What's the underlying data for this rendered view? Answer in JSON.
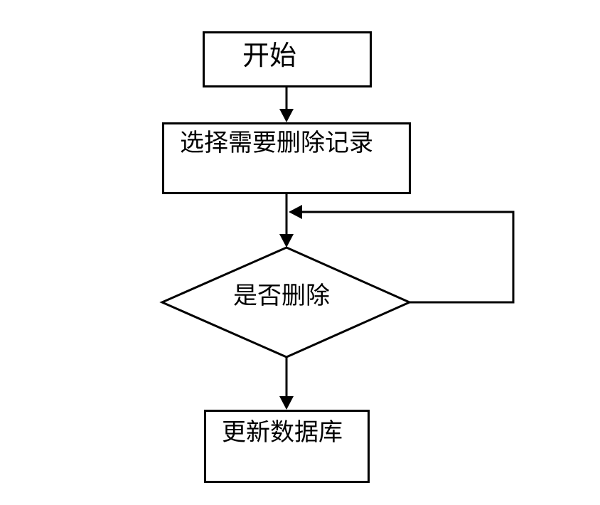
{
  "page": {
    "background_color": "#ffffff",
    "stroke_color": "#000000",
    "text_color": "#000000"
  },
  "flowchart": {
    "type": "flowchart",
    "nodes": [
      {
        "id": "start",
        "shape": "rectangle",
        "label": "开始"
      },
      {
        "id": "select-delete-records",
        "shape": "rectangle",
        "label": "选择需要删除记录"
      },
      {
        "id": "confirm-delete",
        "shape": "diamond",
        "label": "是否删除"
      },
      {
        "id": "update-database",
        "shape": "rectangle",
        "label": "更新数据库"
      }
    ],
    "edges": [
      {
        "from": "start",
        "to": "select-delete-records",
        "style": "straight-arrow-down"
      },
      {
        "from": "select-delete-records",
        "to": "confirm-delete",
        "style": "straight-arrow-down"
      },
      {
        "from": "confirm-delete",
        "to": "confirm-delete",
        "style": "loop-right-side-back-into-incoming-line"
      },
      {
        "from": "confirm-delete",
        "to": "update-database",
        "style": "straight-arrow-down"
      }
    ]
  }
}
